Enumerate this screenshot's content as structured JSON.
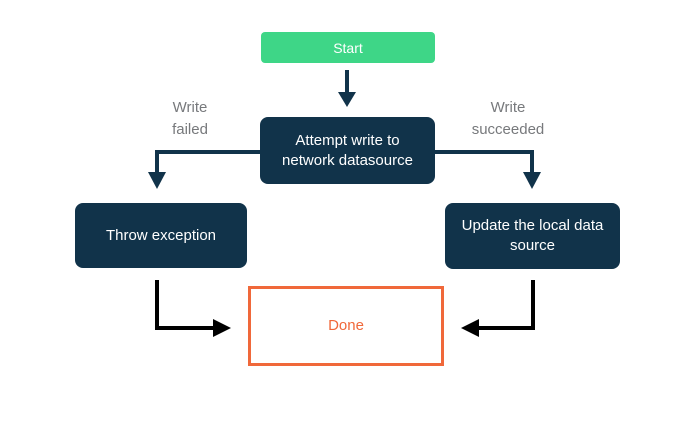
{
  "colors": {
    "background": "#ffffff",
    "start_green": "#3ed687",
    "node_navy": "#11334a",
    "node_text_white": "#ffffff",
    "done_orange": "#f0683a",
    "edge_label_gray": "#77797c",
    "arrow_navy": "#11334a",
    "arrow_black": "#000000"
  },
  "nodes": {
    "start": {
      "label": "Start"
    },
    "attempt": {
      "label": "Attempt write to network datasource"
    },
    "throw_exception": {
      "label": "Throw exception"
    },
    "update_local": {
      "label": "Update the local data source"
    },
    "done": {
      "label": "Done"
    }
  },
  "edge_labels": {
    "write_failed": "Write failed",
    "write_succeeded": "Write succeeded"
  }
}
